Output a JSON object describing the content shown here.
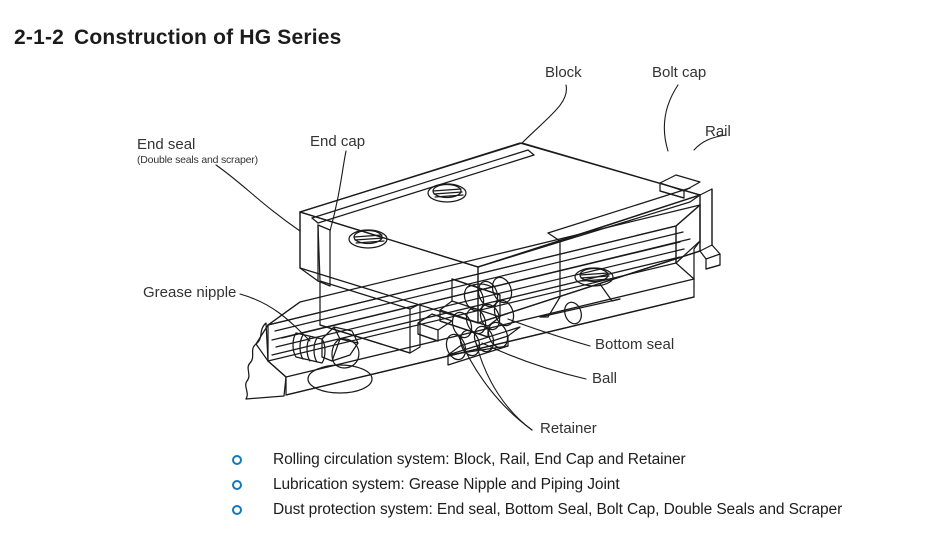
{
  "heading": {
    "number": "2-1-2",
    "title": "Construction of HG Series"
  },
  "diagram": {
    "name": "hg-series-linear-guide-exploded-view",
    "line_color": "#1a1a1a",
    "labels": [
      {
        "key": "block",
        "text": "Block"
      },
      {
        "key": "bolt_cap",
        "text": "Bolt cap"
      },
      {
        "key": "rail",
        "text": "Rail"
      },
      {
        "key": "end_seal",
        "text": "End seal",
        "sub": "(Double seals and scraper)"
      },
      {
        "key": "end_cap",
        "text": "End cap"
      },
      {
        "key": "grease_nipple",
        "text": "Grease nipple"
      },
      {
        "key": "bottom_seal",
        "text": "Bottom seal"
      },
      {
        "key": "ball",
        "text": "Ball"
      },
      {
        "key": "retainer",
        "text": "Retainer"
      }
    ]
  },
  "bullets": {
    "marker_color": "#1479bd",
    "items": [
      {
        "text": "Rolling circulation system: Block, Rail, End Cap and Retainer"
      },
      {
        "text": "Lubrication system: Grease Nipple and Piping Joint"
      },
      {
        "text": "Dust protection system: End seal, Bottom Seal, Bolt Cap, Double Seals and Scraper"
      }
    ]
  }
}
